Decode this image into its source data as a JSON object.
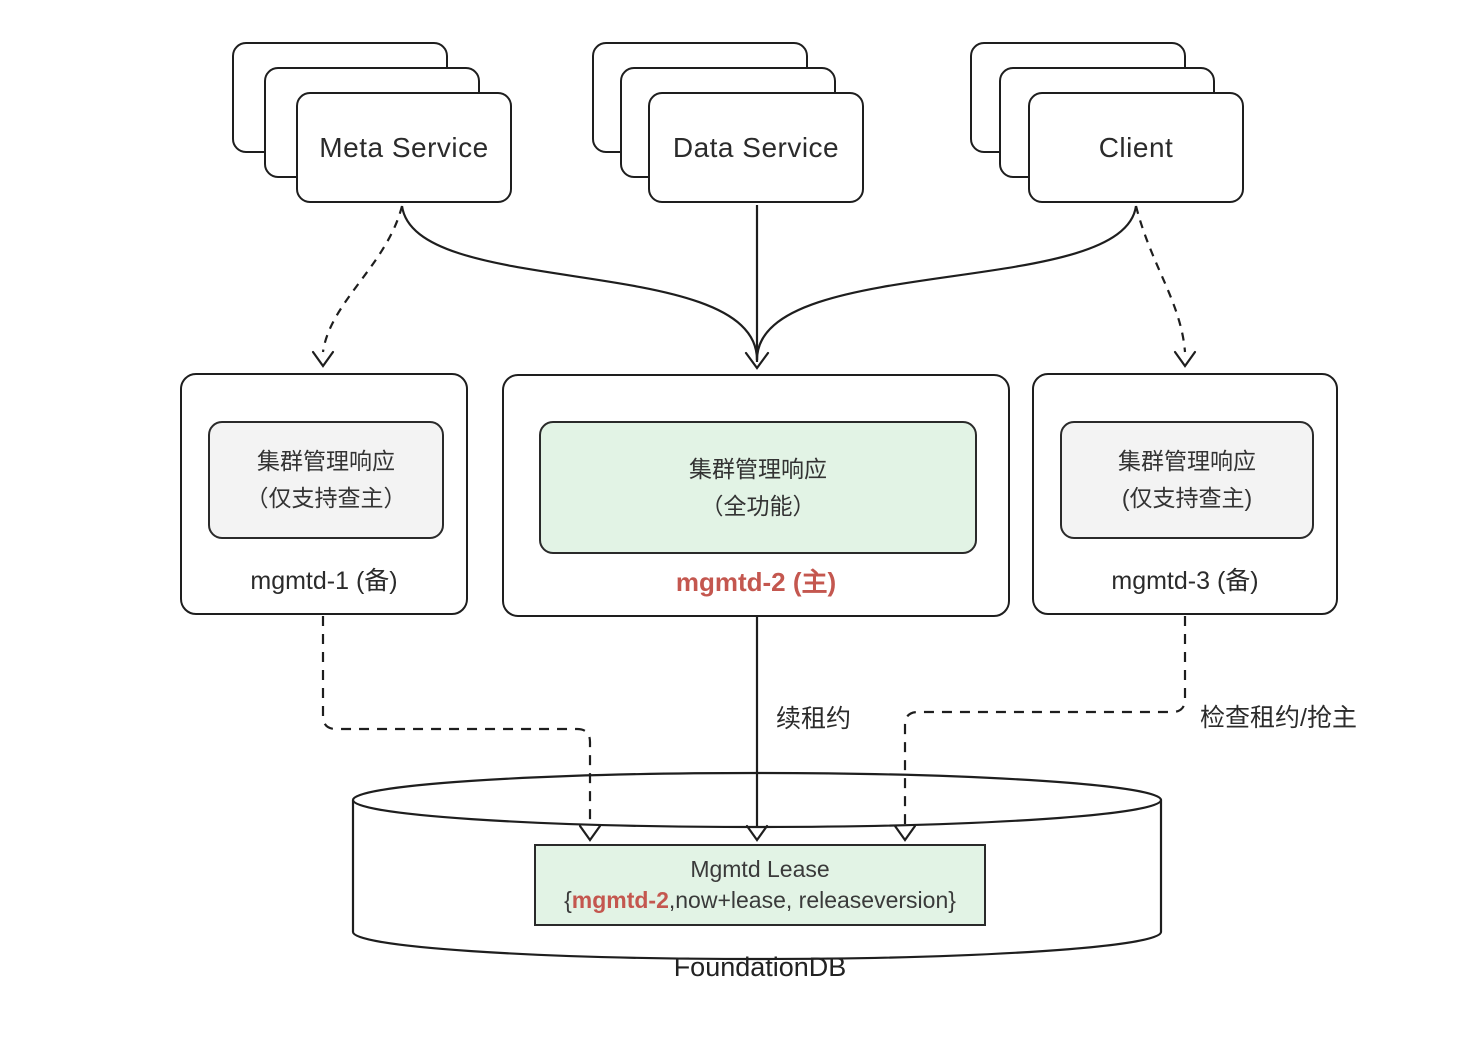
{
  "diagram_title": "mgmtd lease election architecture",
  "colors": {
    "stroke": "#1e1e1e",
    "green_fill": "#e2f3e5",
    "gray_fill": "#f3f3f3",
    "highlight_red": "#c4574f",
    "text": "#2b2b2b",
    "background": "#ffffff"
  },
  "services": [
    {
      "id": "meta-service",
      "label": "Meta Service"
    },
    {
      "id": "data-service",
      "label": "Data Service"
    },
    {
      "id": "client",
      "label": "Client"
    }
  ],
  "nodes": [
    {
      "id": "mgmtd-1",
      "inner_line1": "集群管理响应",
      "inner_line2": "（仅支持查主）",
      "label": "mgmtd-1 (备)",
      "role": "standby"
    },
    {
      "id": "mgmtd-2",
      "inner_line1": "集群管理响应",
      "inner_line2": "（全功能）",
      "label": "mgmtd-2 (主)",
      "role": "primary"
    },
    {
      "id": "mgmtd-3",
      "inner_line1": "集群管理响应",
      "inner_line2": "(仅支持查主)",
      "label": "mgmtd-3 (备)",
      "role": "standby"
    }
  ],
  "edges": {
    "renew_label": "续租约",
    "check_label": "检查租约/抢主"
  },
  "database": {
    "lease_title": "Mgmtd Lease",
    "lease_value_prefix": "{",
    "lease_value_highlight": "mgmtd-2",
    "lease_value_suffix": ",now+lease, releaseversion}",
    "label": "FoundationDB"
  }
}
